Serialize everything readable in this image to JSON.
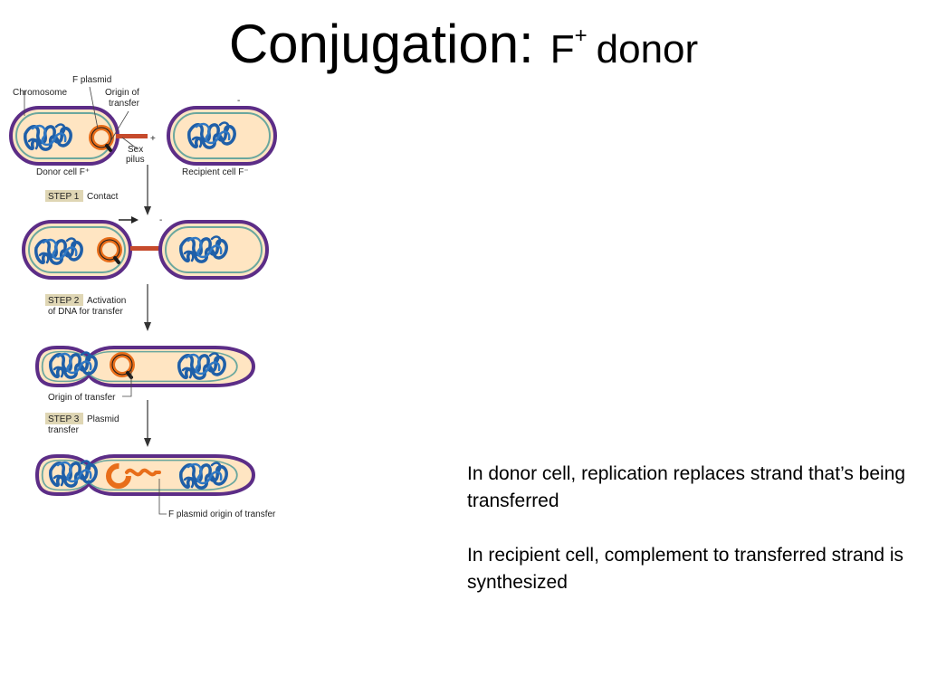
{
  "slide": {
    "title": "Conjugation:",
    "subtitle_prefix": "F",
    "subtitle_sup": "+",
    "subtitle_suffix": "donor"
  },
  "diagram": {
    "labels": {
      "f_plasmid": "F plasmid",
      "chromosome": "Chromosome",
      "origin_line1": "Origin of",
      "origin_line2": "transfer",
      "sex_line1": "Sex",
      "sex_line2": "pilus",
      "donor": "Donor cell F⁺",
      "recipient": "Recipient cell F⁻",
      "plus": "+",
      "minus": "-",
      "origin_of_transfer": "Origin of transfer",
      "f_plasmid_origin": "F plasmid origin of transfer"
    },
    "steps": [
      {
        "tag": "STEP 1",
        "line1": "Contact",
        "line2": ""
      },
      {
        "tag": "STEP 2",
        "line1": "Activation",
        "line2": "of DNA for transfer"
      },
      {
        "tag": "STEP 3",
        "line1": "Plasmid",
        "line2": "transfer"
      }
    ]
  },
  "notes": [
    "In donor cell, replication replaces strand that’s being transferred",
    "In recipient cell, complement to transferred strand is synthesized"
  ]
}
